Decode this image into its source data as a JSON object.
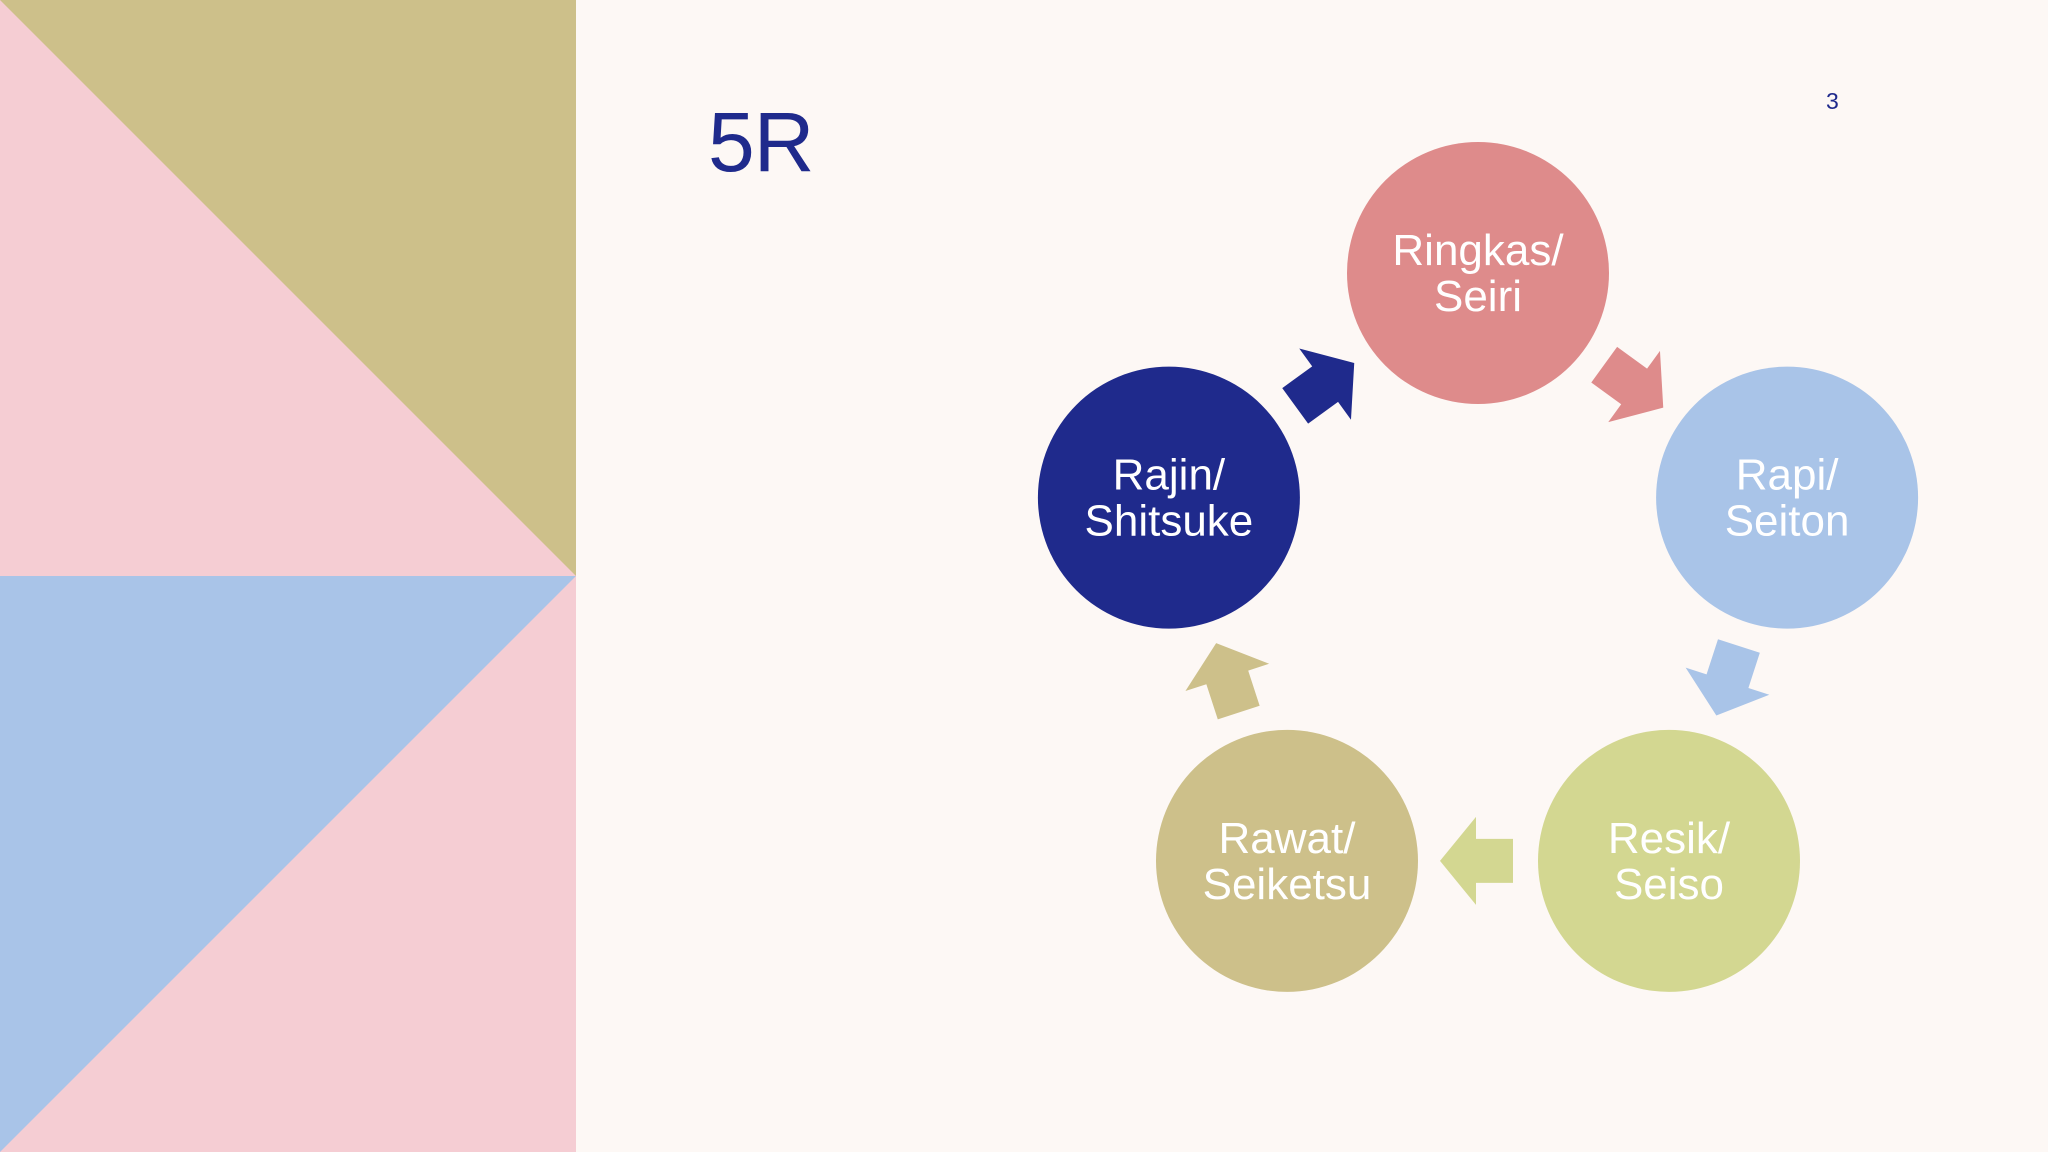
{
  "slide": {
    "title": "5R",
    "page_number": "3"
  },
  "colors": {
    "background": "#fdf8f5",
    "title": "#1f2a8c",
    "deco_pink": "#f5cdd3",
    "deco_khaki": "#cdc08a",
    "deco_blue": "#a9c4e8"
  },
  "cycle": {
    "nodes": [
      {
        "id": "ringkas",
        "line1": "Ringkas/",
        "line2": "Seiri",
        "color": "#de8b8b"
      },
      {
        "id": "rapi",
        "line1": "Rapi/",
        "line2": "Seiton",
        "color": "#a9c4e8"
      },
      {
        "id": "resik",
        "line1": "Resik/",
        "line2": "Seiso",
        "color": "#d3d791"
      },
      {
        "id": "rawat",
        "line1": "Rawat/",
        "line2": "Seiketsu",
        "color": "#cdc08a"
      },
      {
        "id": "rajin",
        "line1": "Rajin/",
        "line2": "Shitsuke",
        "color": "#1f2a8c"
      }
    ],
    "arrows": [
      {
        "from": "ringkas",
        "to": "rapi",
        "color": "#de8b8b"
      },
      {
        "from": "rapi",
        "to": "resik",
        "color": "#a9c4e8"
      },
      {
        "from": "resik",
        "to": "rawat",
        "color": "#d3d791"
      },
      {
        "from": "rawat",
        "to": "rajin",
        "color": "#cdc08a"
      },
      {
        "from": "rajin",
        "to": "ringkas",
        "color": "#1f2a8c"
      }
    ]
  }
}
